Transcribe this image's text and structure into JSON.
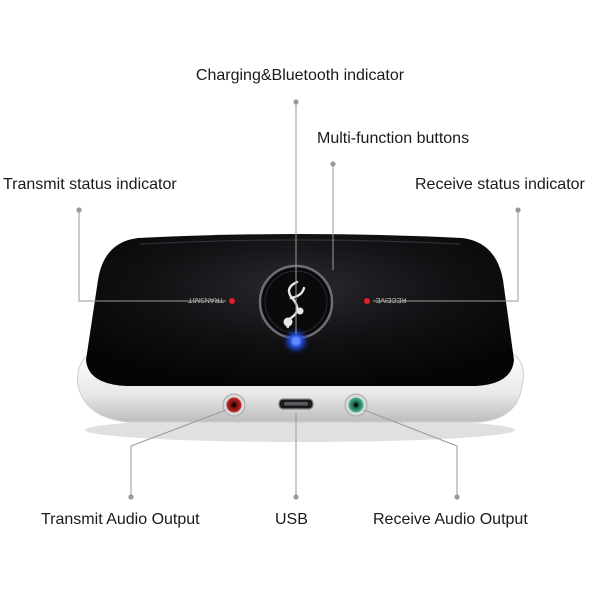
{
  "callouts": {
    "charging_bluetooth": "Charging&Bluetooth indicator",
    "multi_function": "Multi-function buttons",
    "transmit_status": "Transmit status indicator",
    "receive_status": "Receive status indicator",
    "transmit_audio": "Transmit Audio Output",
    "usb": "USB",
    "receive_audio": "Receive Audio Output"
  },
  "device": {
    "transmit_print": "TRANSMIT",
    "receive_print": "RECEIVE"
  },
  "colors": {
    "body_black": "#0c0c0e",
    "bezel_white": "#f2f2f2",
    "blue_led": "#2a5bff",
    "red_led": "#e02020",
    "red_jack": "#b81c1c",
    "green_jack": "#2e9a78",
    "leader_line": "#9a9a9a"
  }
}
